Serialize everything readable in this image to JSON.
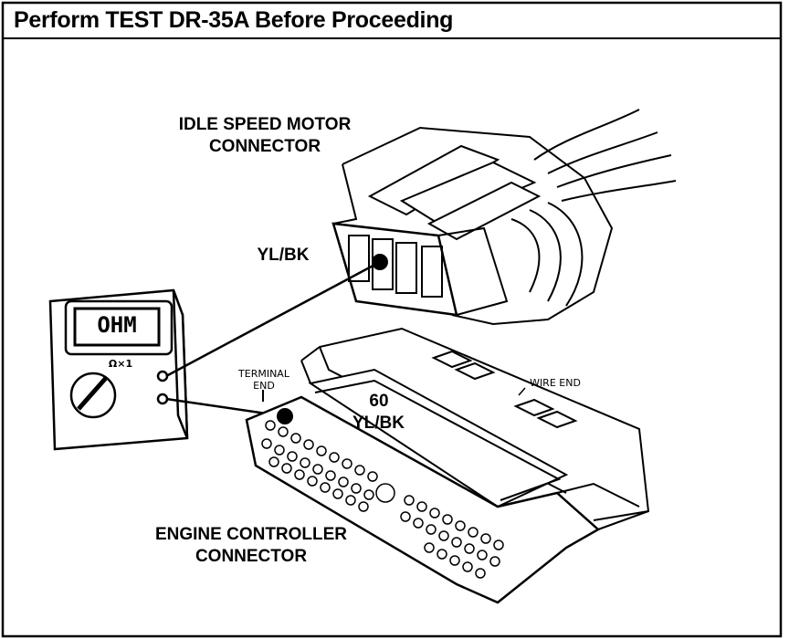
{
  "title": "Perform TEST DR-35A Before Proceeding",
  "labels": {
    "idle_speed_line1": "IDLE SPEED MOTOR",
    "idle_speed_line2": "CONNECTOR",
    "yl_bk_top": "YL/BK",
    "terminal_end_line1": "TERMINAL",
    "terminal_end_line2": "END",
    "wire_end": "WIRE END",
    "pin_number": "60",
    "yl_bk_bottom": "YL/BK",
    "engine_line1": "ENGINE CONTROLLER",
    "engine_line2": "CONNECTOR",
    "meter_display": "OHM",
    "meter_range": "Ω×1"
  }
}
